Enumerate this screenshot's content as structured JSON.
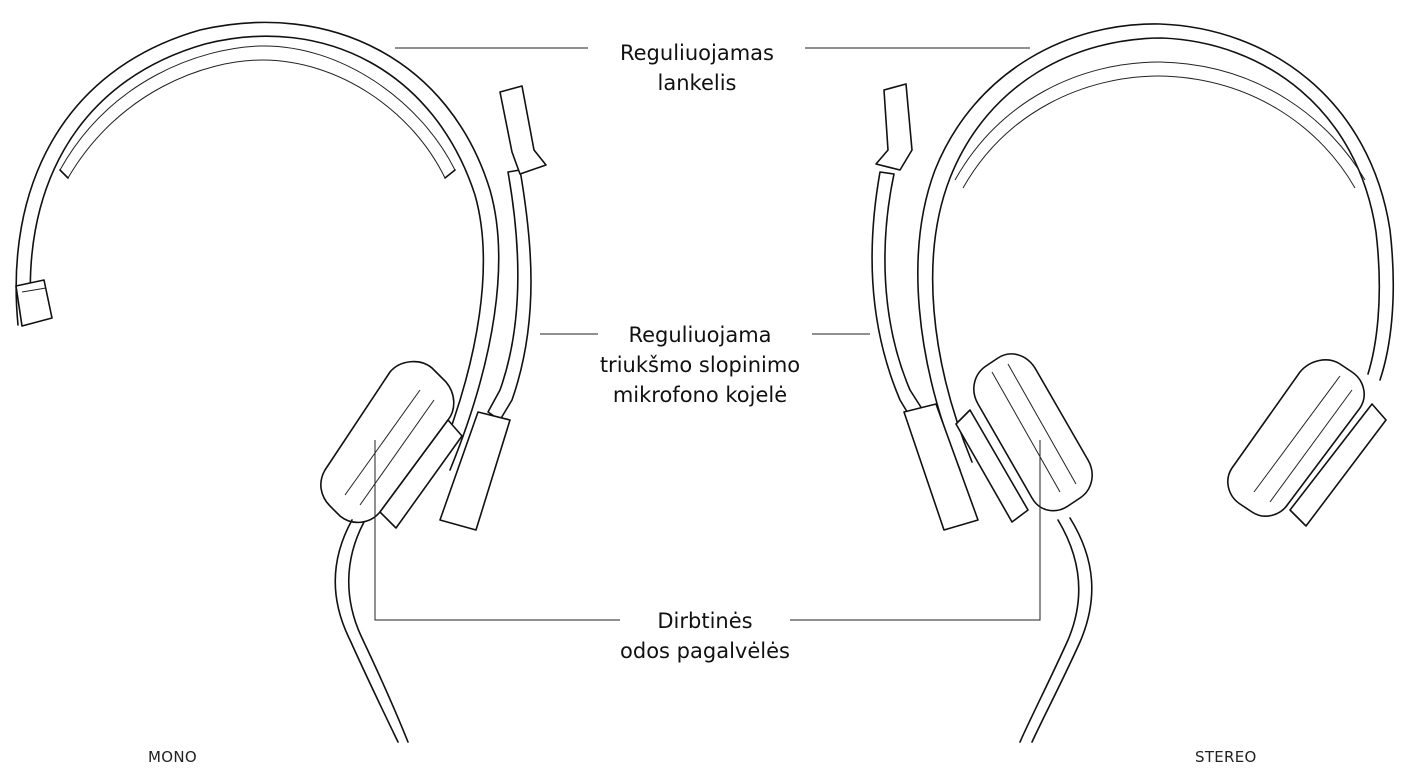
{
  "callouts": {
    "headband": {
      "line1": "Reguliuojamas",
      "line2": "lankelis"
    },
    "mic_boom": {
      "line1": "Reguliuojama",
      "line2": "triukšmo slopinimo",
      "line3": "mikrofono kojelė"
    },
    "ear_pads": {
      "line1": "Dirbtinės",
      "line2": "odos pagalvėlės"
    }
  },
  "variants": {
    "left": "MONO",
    "right": "STEREO"
  }
}
